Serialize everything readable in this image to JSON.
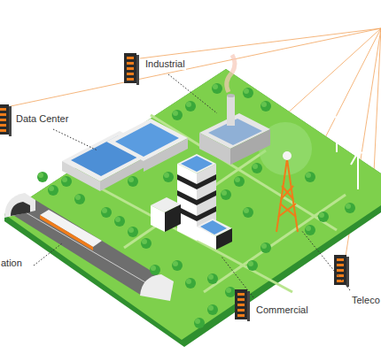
{
  "diagram": {
    "labels": [
      "Industrial",
      "Data Center",
      "ation",
      "Teleco",
      "Commercial"
    ]
  }
}
